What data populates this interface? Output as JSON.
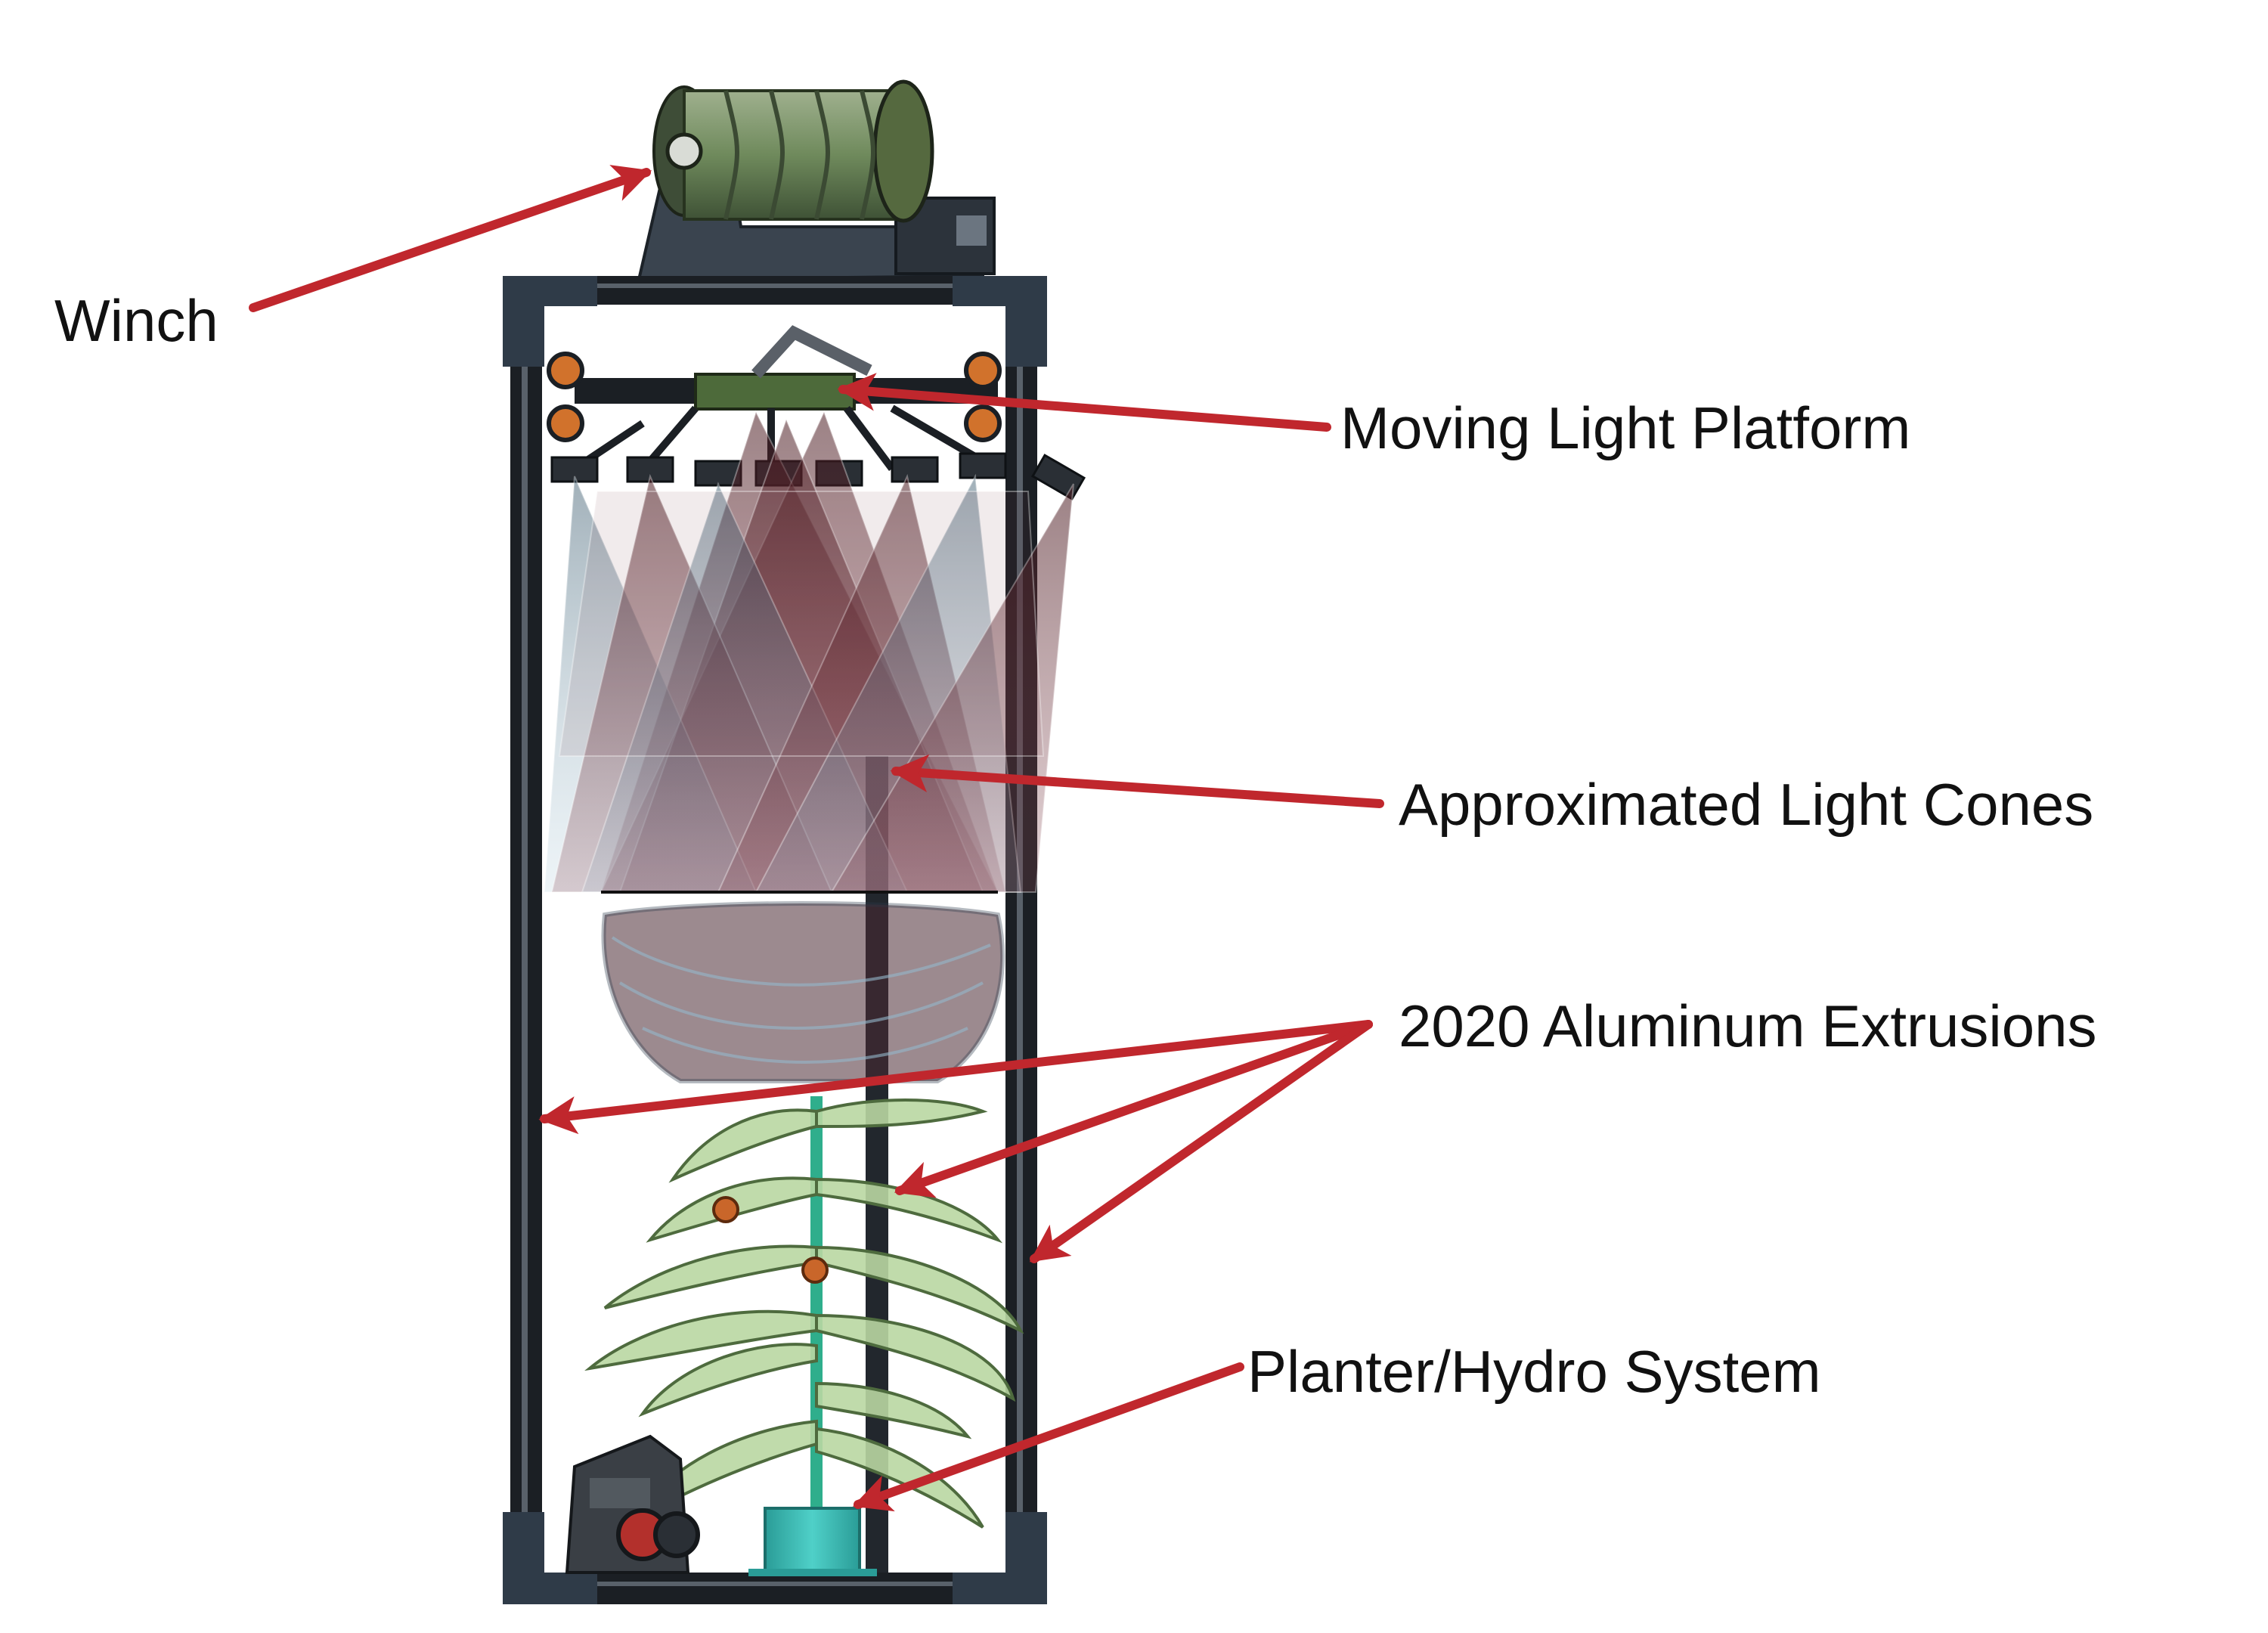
{
  "colors": {
    "arrow": "#c0272d",
    "frame": "#1b1f24",
    "bracket": "#2f3b48",
    "cone_dark": "#5a1e24",
    "cone_light": "#8fb5c9",
    "leaf": "#a8c98c",
    "pot": "#34b6b0",
    "winch": "#6f8a5c"
  },
  "labels": {
    "winch": "Winch",
    "moving_light_platform": "Moving Light Platform",
    "approximated_light_cones": "Approximated Light Cones",
    "aluminum_extrusions": "2020 Aluminum Extrusions",
    "planter_hydro": "Planter/Hydro System"
  },
  "icons": [
    "winch-drum",
    "stepper-motor",
    "light-module",
    "plant",
    "planter-pot",
    "pump-assembly"
  ]
}
